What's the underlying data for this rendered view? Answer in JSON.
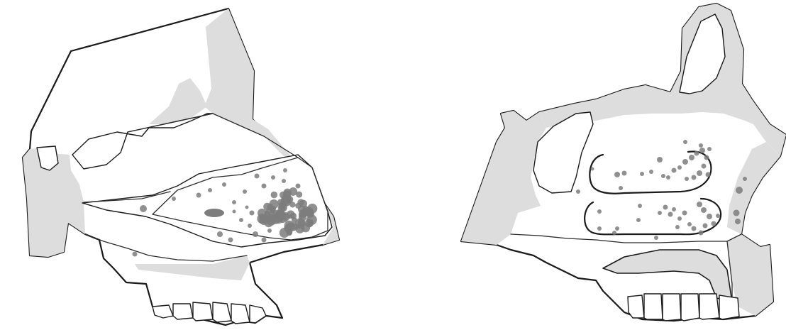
{
  "figure": {
    "panels": [
      {
        "id": "left",
        "subject": "lateral-nasal-wall-septum-view",
        "marker": "gray-dot-cluster"
      },
      {
        "id": "right",
        "subject": "lateral-nasal-wall-turbinate-view",
        "marker": "gray-dot-cluster"
      }
    ],
    "colors": {
      "bone_shading": "#dddddd",
      "outline": "#1a1a1a",
      "lesion_dot": "#7d7d7d",
      "background": "#ffffff"
    }
  }
}
